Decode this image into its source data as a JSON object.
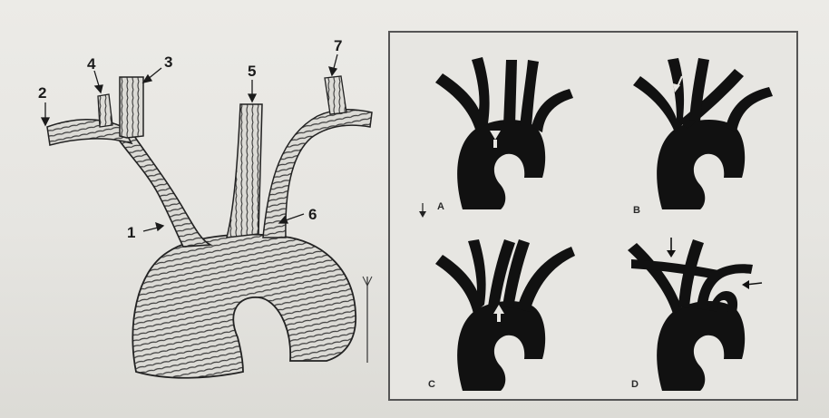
{
  "figure": {
    "left_numbers": [
      "1",
      "2",
      "3",
      "4",
      "5",
      "6",
      "7"
    ],
    "panel_letters": [
      "A",
      "B",
      "C",
      "D"
    ]
  },
  "colors": {
    "ink": "#111111",
    "vessel_fill": "#d9d8d3",
    "frame": "#555555"
  }
}
